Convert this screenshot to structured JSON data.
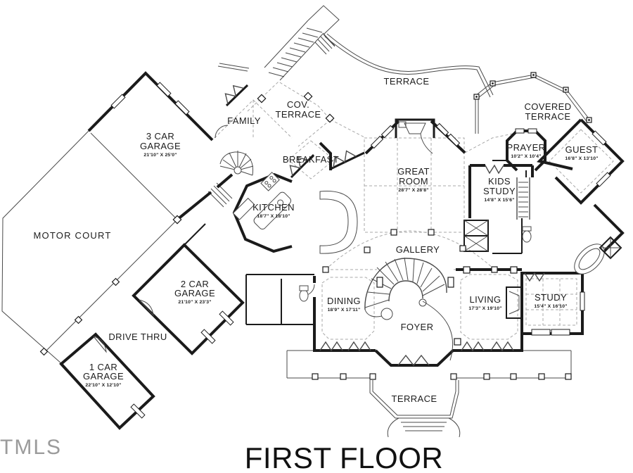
{
  "title": "FIRST FLOOR",
  "watermark": "TMLS",
  "colors": {
    "wall": "#1b1b1b",
    "line": "#4a4a4a",
    "dashed": "#a8a8a8",
    "background": "#ffffff",
    "watermark": "#9b9b9b"
  },
  "rooms": {
    "terrace_top": {
      "name": "TERRACE"
    },
    "cov_terrace": {
      "line1": "COV.",
      "line2": "TERRACE"
    },
    "family": {
      "name": "FAMILY"
    },
    "garage3": {
      "line1": "3 CAR",
      "line2": "GARAGE",
      "dims": "21'10\" X 25'0\""
    },
    "breakfast": {
      "name": "BREAKFAST"
    },
    "great_room": {
      "line1": "GREAT",
      "line2": "ROOM",
      "dims": "28'7\" X 28'8\""
    },
    "covered_terrace": {
      "line1": "COVERED",
      "line2": "TERRACE"
    },
    "prayer": {
      "name": "PRAYER",
      "dims": "10'2\" X 10'4\""
    },
    "guest": {
      "name": "GUEST",
      "dims": "16'8\" X 13'10\""
    },
    "kids_study": {
      "line1": "KIDS",
      "line2": "STUDY",
      "dims": "14'8\" X 15'6\""
    },
    "motor_court": {
      "name": "MOTOR COURT"
    },
    "kitchen": {
      "name": "KITCHEN",
      "dims": "18'7\" X 18'10\""
    },
    "gallery": {
      "name": "GALLERY"
    },
    "garage2": {
      "line1": "2 CAR",
      "line2": "GARAGE",
      "dims": "21'10\" X 23'3\""
    },
    "dining": {
      "name": "DINING",
      "dims": "18'9\" X 17'11\""
    },
    "living": {
      "name": "LIVING",
      "dims": "17'3\" X 19'10\""
    },
    "study": {
      "name": "STUDY",
      "dims": "15'4\" X 16'10\""
    },
    "drive_thru": {
      "name": "DRIVE THRU"
    },
    "foyer": {
      "name": "FOYER"
    },
    "garage1": {
      "line1": "1 CAR",
      "line2": "GARAGE",
      "dims": "22'10\" X 12'10\""
    },
    "terrace_bottom": {
      "name": "TERRACE"
    }
  }
}
